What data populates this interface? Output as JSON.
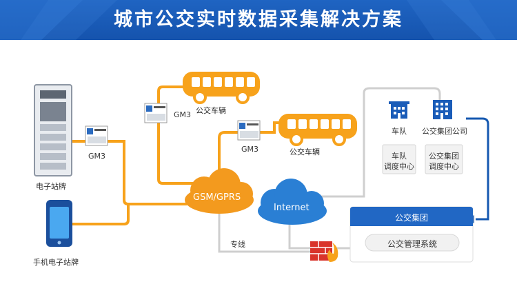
{
  "title": "城市公交实时数据采集解决方案",
  "labels": {
    "e_sign": "电子站牌",
    "mobile_sign": "手机电子站牌",
    "gm3_left": "GM3",
    "gm3_top": "GM3",
    "gm3_mid": "GM3",
    "bus_top": "公交车辆",
    "bus_mid": "公交车辆",
    "gsm": "GSM/GPRS",
    "internet": "Internet",
    "dedicated_line": "专线",
    "fleet": "车队",
    "group_company": "公交集团公司",
    "fleet_center": [
      "车队",
      "调度中心"
    ],
    "group_center": [
      "公交集团",
      "调度中心"
    ],
    "group_box_title": "公交集团",
    "management_system": "公交管理系统"
  },
  "colors": {
    "header": "#1a5cb8",
    "orange": "#f7a21b",
    "cloud_orange": "#f39a1e",
    "cloud_blue": "#2a7fd4",
    "gray_line": "#cccccc",
    "dark_blue_arrow": "#1558b0"
  }
}
